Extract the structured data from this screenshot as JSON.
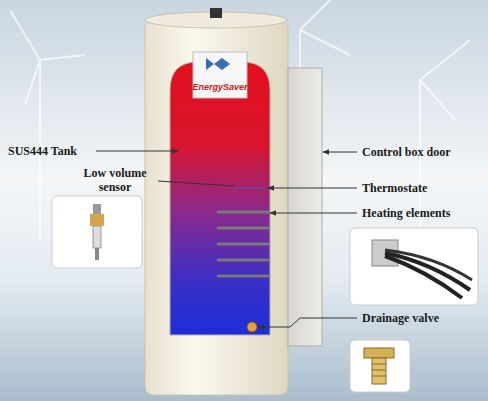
{
  "diagram": {
    "labels": [
      "EnergySaver",
      "SUS444 Tank",
      "Control box door",
      "Low volume sensor",
      "Thermostate",
      "Heating elements",
      "Drainage valve"
    ]
  }
}
